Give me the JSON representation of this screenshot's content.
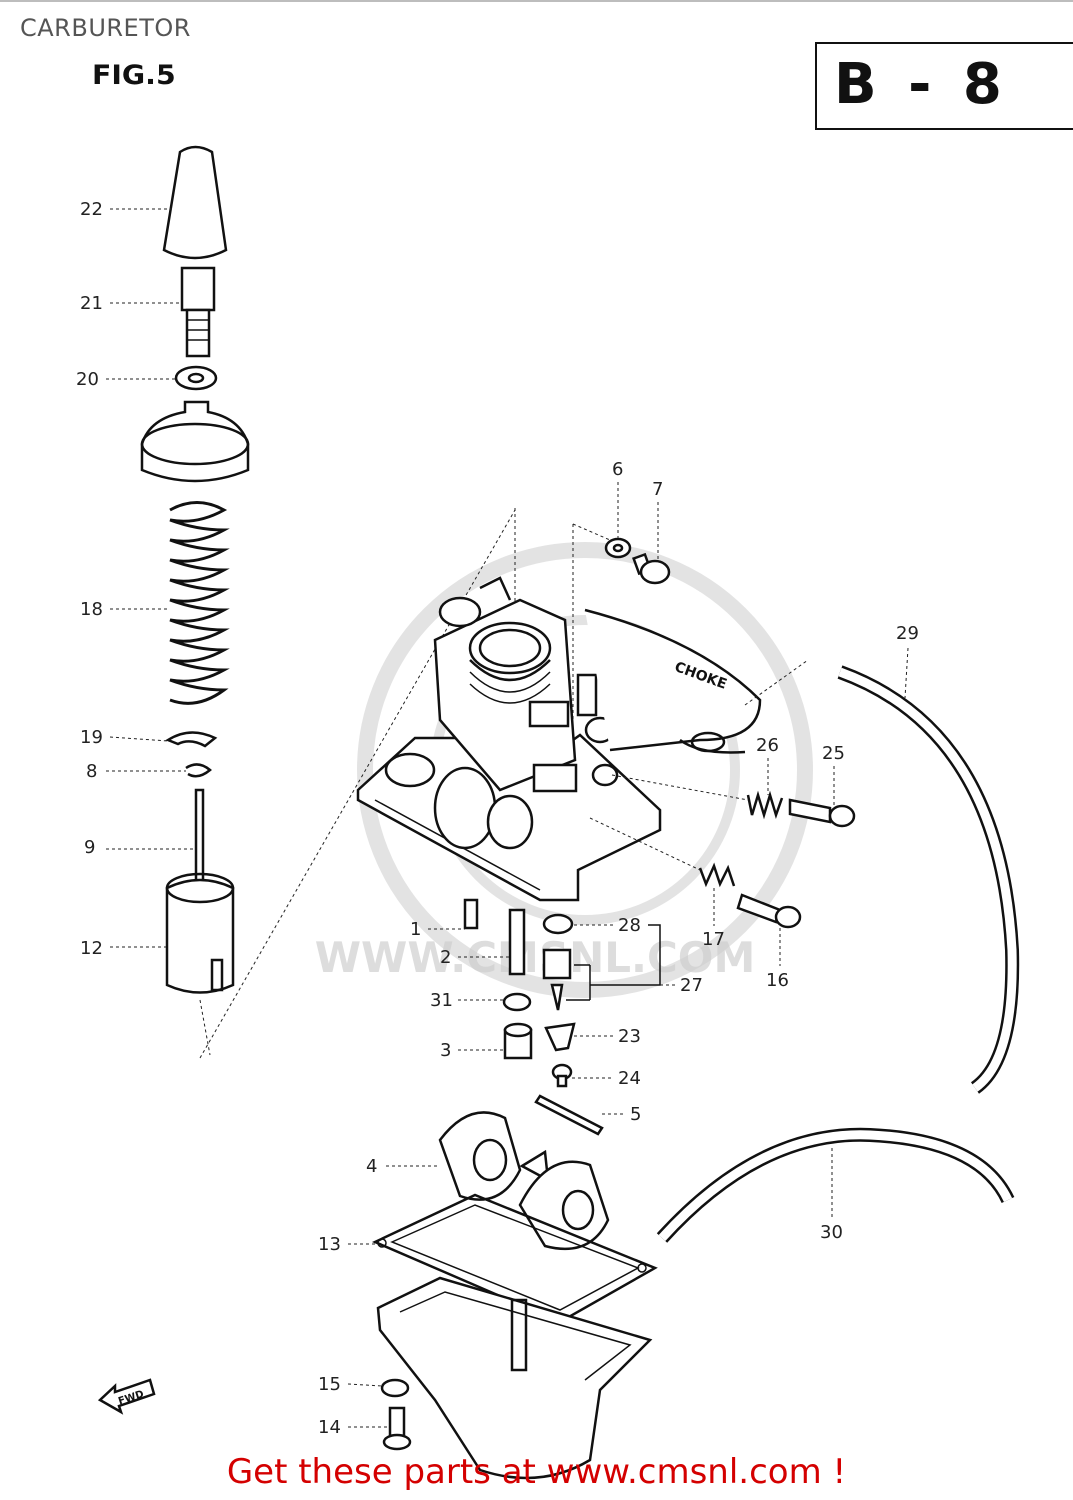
{
  "header": {
    "title": "CARBURETOR",
    "figure": "FIG.5",
    "section_code": "B - 8"
  },
  "diagram": {
    "direction_marker": "FWD",
    "choke_label": "CHOKE",
    "watermark": "WWW.CMSNL.COM",
    "callouts": [
      "1",
      "2",
      "3",
      "4",
      "5",
      "6",
      "7",
      "8",
      "9",
      "12",
      "13",
      "14",
      "15",
      "16",
      "17",
      "18",
      "19",
      "20",
      "21",
      "22",
      "23",
      "24",
      "25",
      "26",
      "27",
      "28",
      "29",
      "30",
      "31"
    ]
  },
  "footer": {
    "cta": "Get these parts at www.cmsnl.com !"
  }
}
